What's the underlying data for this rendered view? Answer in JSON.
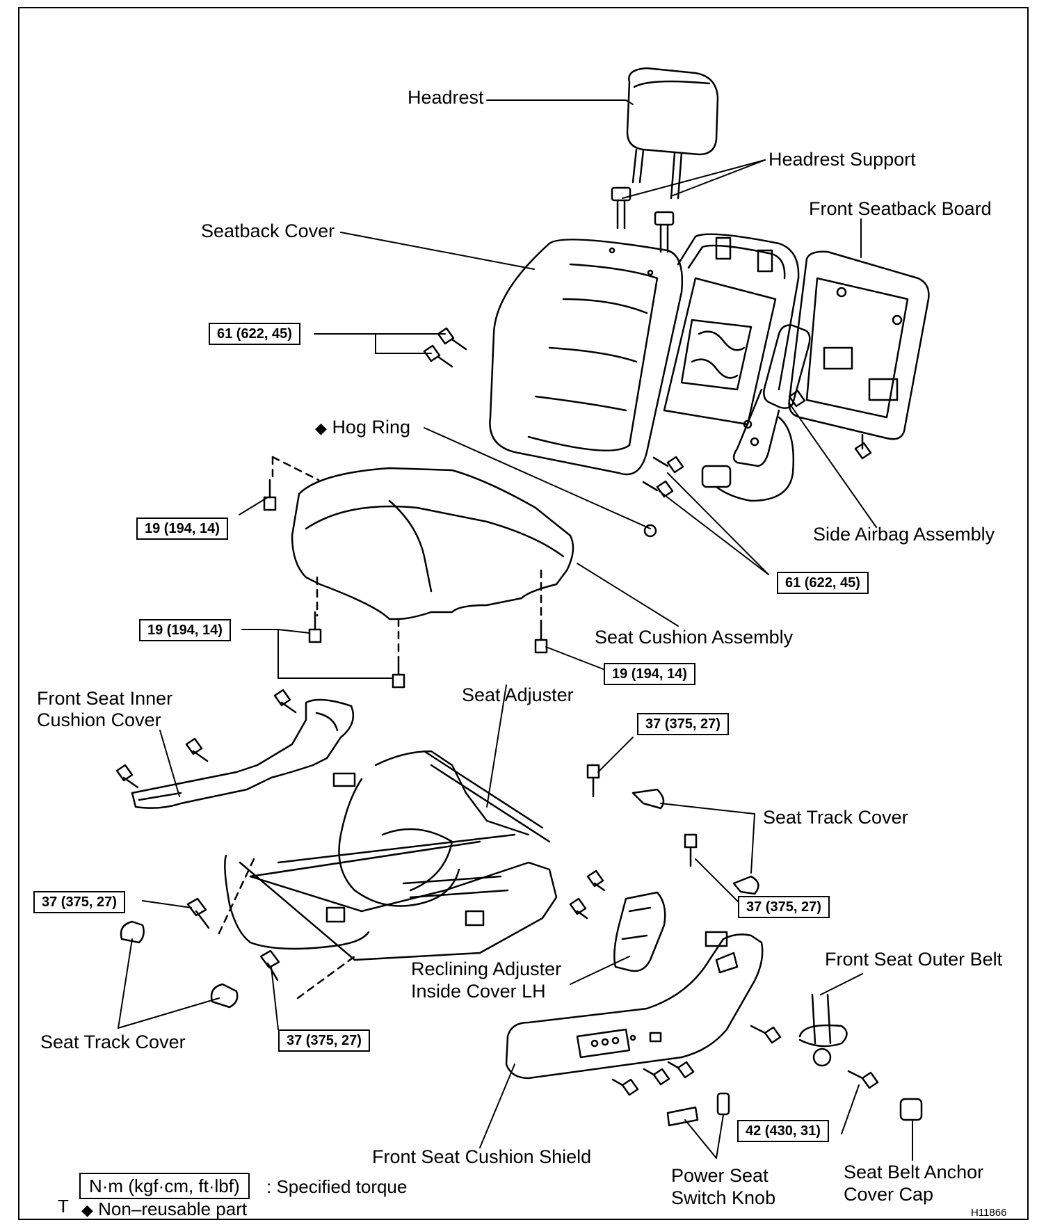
{
  "labels": {
    "headrest": "Headrest",
    "headrest_support": "Headrest Support",
    "front_seatback_board": "Front Seatback Board",
    "seatback_cover": "Seatback Cover",
    "hog_ring": "Hog Ring",
    "side_airbag_assembly": "Side Airbag Assembly",
    "seat_cushion_assembly": "Seat Cushion Assembly",
    "front_seat_inner_cushion_cover_1": "Front Seat Inner",
    "front_seat_inner_cushion_cover_2": "Cushion Cover",
    "seat_adjuster": "Seat Adjuster",
    "seat_track_cover_right": "Seat Track Cover",
    "seat_track_cover_left": "Seat Track Cover",
    "reclining_adjuster_1": "Reclining Adjuster",
    "reclining_adjuster_2": "Inside Cover LH",
    "front_seat_outer_belt": "Front Seat Outer Belt",
    "front_seat_cushion_shield": "Front Seat Cushion Shield",
    "power_seat_switch_knob_1": "Power Seat",
    "power_seat_switch_knob_2": "Switch Knob",
    "seat_belt_anchor_cover_cap_1": "Seat Belt Anchor",
    "seat_belt_anchor_cover_cap_2": "Cover Cap"
  },
  "torques": {
    "t61_upper": "61 (622, 45)",
    "t61_lower": "61 (622, 45)",
    "t19_a": "19 (194, 14)",
    "t19_b": "19 (194, 14)",
    "t19_c": "19 (194, 14)",
    "t37_a": "37 (375, 27)",
    "t37_b": "37 (375, 27)",
    "t37_c": "37 (375, 27)",
    "t37_d": "37 (375, 27)",
    "t42": "42 (430, 31)"
  },
  "legend": {
    "unit": "N·m (kgf·cm, ft·lbf)",
    "specified": ": Specified torque",
    "non_reusable": "Non–reusable part",
    "t_mark": "T",
    "diamond": "◆"
  },
  "figure_id": "H11866"
}
